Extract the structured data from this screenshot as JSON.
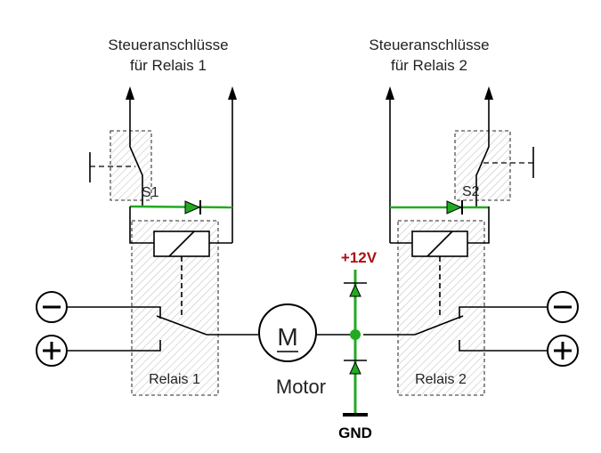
{
  "labels": {
    "control_left_line1": "Steueranschlüsse",
    "control_left_line2": "für Relais 1",
    "control_right_line1": "Steueranschlüsse",
    "control_right_line2": "für Relais 2",
    "switch_1": "S1",
    "switch_2": "S2",
    "relay_1": "Relais 1",
    "relay_2": "Relais 2",
    "motor_symbol": "M",
    "motor": "Motor",
    "supply": "+12V",
    "ground": "GND"
  },
  "colors": {
    "line": "#000000",
    "conductor_green": "#22aa22",
    "supply_label": "#aa1111",
    "hatch": "#bbbbbb"
  },
  "icons": {
    "minus_terminal": "minus-circle",
    "plus_terminal": "plus-circle",
    "diode": "diode-arrow",
    "motor": "motor-circle"
  }
}
